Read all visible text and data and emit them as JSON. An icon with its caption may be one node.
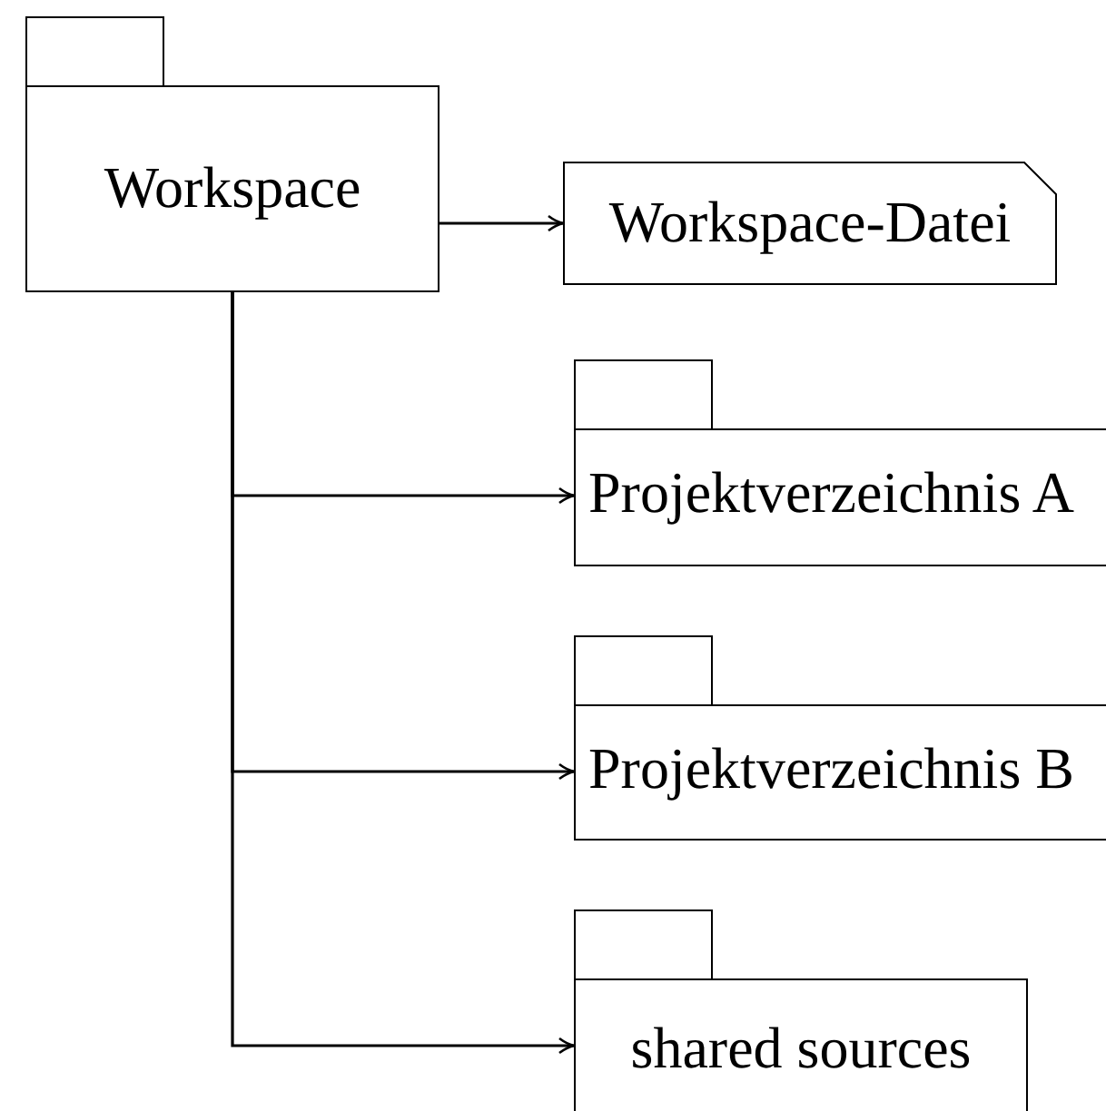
{
  "diagram": {
    "nodes": [
      {
        "text": [
          "Workspace"
        ]
      },
      {
        "text": [
          "Workspace-Datei"
        ]
      },
      {
        "text": [
          "Projektverzeichnis A"
        ]
      },
      {
        "text": [
          "Projektverzeichnis B"
        ]
      },
      {
        "text": [
          "shared sources"
        ]
      }
    ],
    "edges": [
      {
        "from": 0,
        "to": 1,
        "arrow": "to"
      },
      {
        "from": 0,
        "to": 2,
        "arrow": "to"
      },
      {
        "from": 0,
        "to": 3,
        "arrow": "to"
      },
      {
        "from": 0,
        "to": 4,
        "arrow": "to"
      }
    ]
  }
}
